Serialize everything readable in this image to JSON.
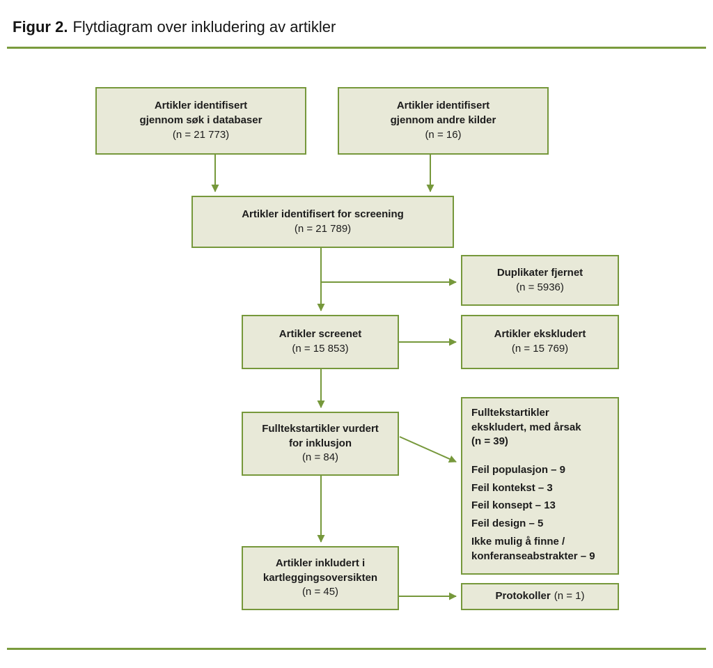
{
  "figure": {
    "title_bold": "Figur 2.",
    "title_rest": "Flytdiagram over inkludering av artikler"
  },
  "colors": {
    "accent_green": "#76983b",
    "box_fill": "#e8e9d8",
    "text": "#1c1c1c"
  },
  "boxes": {
    "identified_databases": {
      "lines": [
        "Artikler identifisert",
        "gjennom søk i databaser"
      ],
      "n": "(n = 21 773)"
    },
    "identified_other": {
      "lines": [
        "Artikler identifisert",
        "gjennom andre kilder"
      ],
      "n": "(n = 16)"
    },
    "screening": {
      "lines": [
        "Artikler identifisert for screening"
      ],
      "n": "(n = 21 789)"
    },
    "duplicates_removed": {
      "lines": [
        "Duplikater fjernet"
      ],
      "n": "(n = 5936)"
    },
    "screened": {
      "lines": [
        "Artikler screenet"
      ],
      "n": "(n = 15 853)"
    },
    "excluded": {
      "lines": [
        "Artikler ekskludert"
      ],
      "n": "(n = 15 769)"
    },
    "fulltext_assessed": {
      "lines": [
        "Fulltekstartikler vurdert",
        "for inklusjon"
      ],
      "n": "(n = 84)"
    },
    "fulltext_excluded": {
      "header": [
        "Fulltekstartikler",
        "ekskludert, med årsak",
        "(n = 39)"
      ],
      "reasons": [
        "Feil populasjon – 9",
        "Feil kontekst – 3",
        "Feil konsept – 13",
        "Feil design – 5",
        "Ikke mulig å finne / konferanseabstrakter – 9"
      ]
    },
    "included": {
      "lines": [
        "Artikler inkludert i",
        "kartleggingsoversikten"
      ],
      "n": "(n = 45)"
    },
    "protocols": {
      "label": "Protokoller",
      "n": "(n = 1)"
    }
  }
}
